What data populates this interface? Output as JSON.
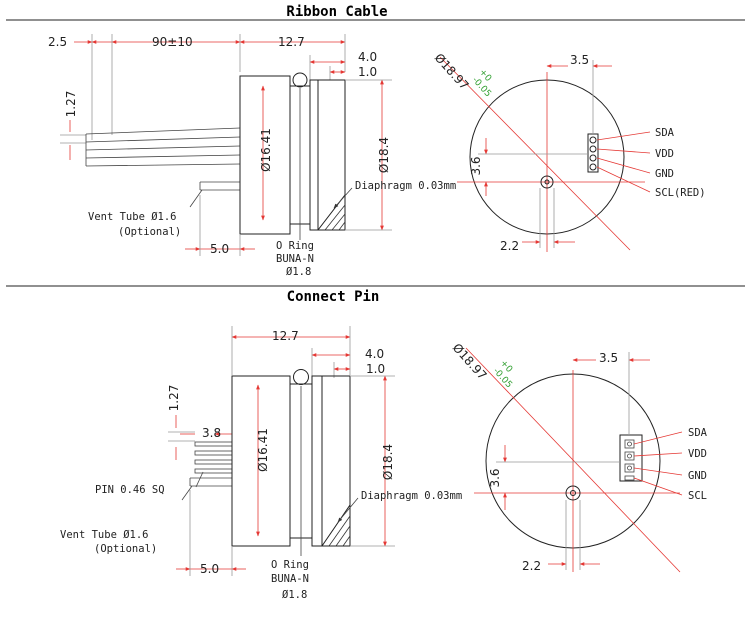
{
  "titles": {
    "ribbon": "Ribbon Cable",
    "pin": "Connect Pin"
  },
  "ribbon": {
    "dim_2_5": "2.5",
    "dim_90": "90±10",
    "dim_12_7": "12.7",
    "dim_4_0": "4.0",
    "dim_1_0": "1.0",
    "dim_1_27": "1.27",
    "dim_16_41": "Ø16.41",
    "dim_18_4": "Ø18.4",
    "diaphragm": "Diaphragm 0.03mm",
    "vent_tube": "Vent Tube Ø1.6",
    "optional": "(Optional)",
    "dim_5_0": "5.0",
    "oring": "O Ring",
    "buna": "BUNA-N",
    "oring_dia": "Ø1.8",
    "outer_dia": "Ø18.97",
    "tol_plus": "+0",
    "tol_minus": "-0.05",
    "dim_3_5": "3.5",
    "dim_3_6": "3.6",
    "dim_2_2": "2.2",
    "sda": "SDA",
    "vdd": "VDD",
    "gnd": "GND",
    "scl": "SCL(RED)"
  },
  "pin": {
    "dim_12_7": "12.7",
    "dim_4_0": "4.0",
    "dim_1_0": "1.0",
    "dim_1_27": "1.27",
    "dim_3_8": "3.8",
    "dim_16_41": "Ø16.41",
    "dim_18_4": "Ø18.4",
    "pin_sq": "PIN 0.46 SQ",
    "diaphragm": "Diaphragm 0.03mm",
    "vent_tube": "Vent Tube Ø1.6",
    "optional": "(Optional)",
    "dim_5_0": "5.0",
    "oring": "O Ring",
    "buna": "BUNA-N",
    "oring_dia": "Ø1.8",
    "outer_dia": "Ø18.97",
    "tol_plus": "+0",
    "tol_minus": "-0.05",
    "dim_3_5": "3.5",
    "dim_3_6": "3.6",
    "dim_2_2": "2.2",
    "sda": "SDA",
    "vdd": "VDD",
    "gnd": "GND",
    "scl": "SCL"
  }
}
